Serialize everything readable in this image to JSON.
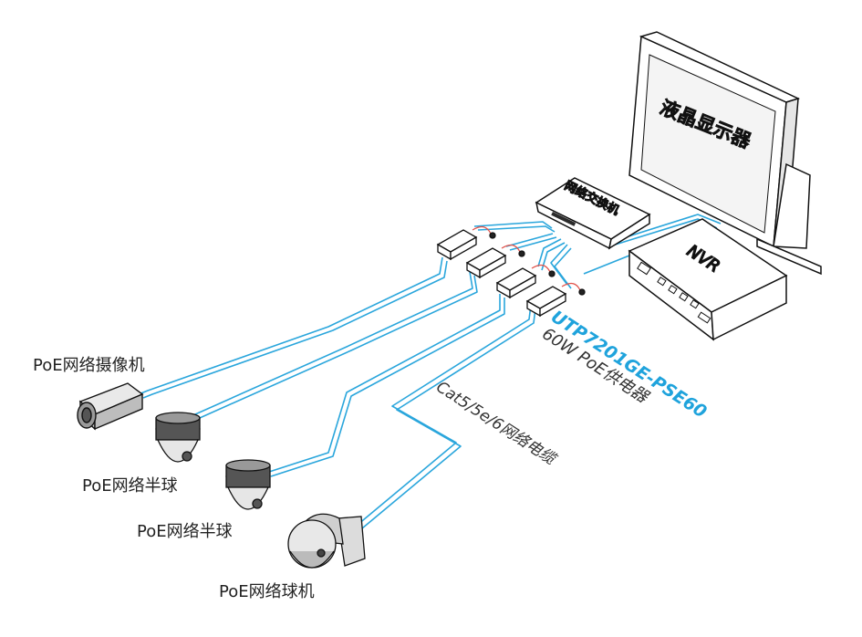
{
  "monitor": {
    "label": "液晶显示器"
  },
  "nvr": {
    "label": "NVR"
  },
  "switch": {
    "label": "网络交换机"
  },
  "poe_supply": {
    "model": "UTP7201GE-PSE60",
    "spec": "60W PoE供电器"
  },
  "cable": {
    "label": "Cat5/5e/6网络电缆"
  },
  "devices": {
    "camera": "PoE网络摄像机",
    "dome1": "PoE网络半球",
    "dome2": "PoE网络半球",
    "ptz": "PoE网络球机"
  },
  "colors": {
    "cable": "#2aa6dc",
    "accent": "#1fa3dc",
    "line": "#111111",
    "power": "#e0524a"
  }
}
